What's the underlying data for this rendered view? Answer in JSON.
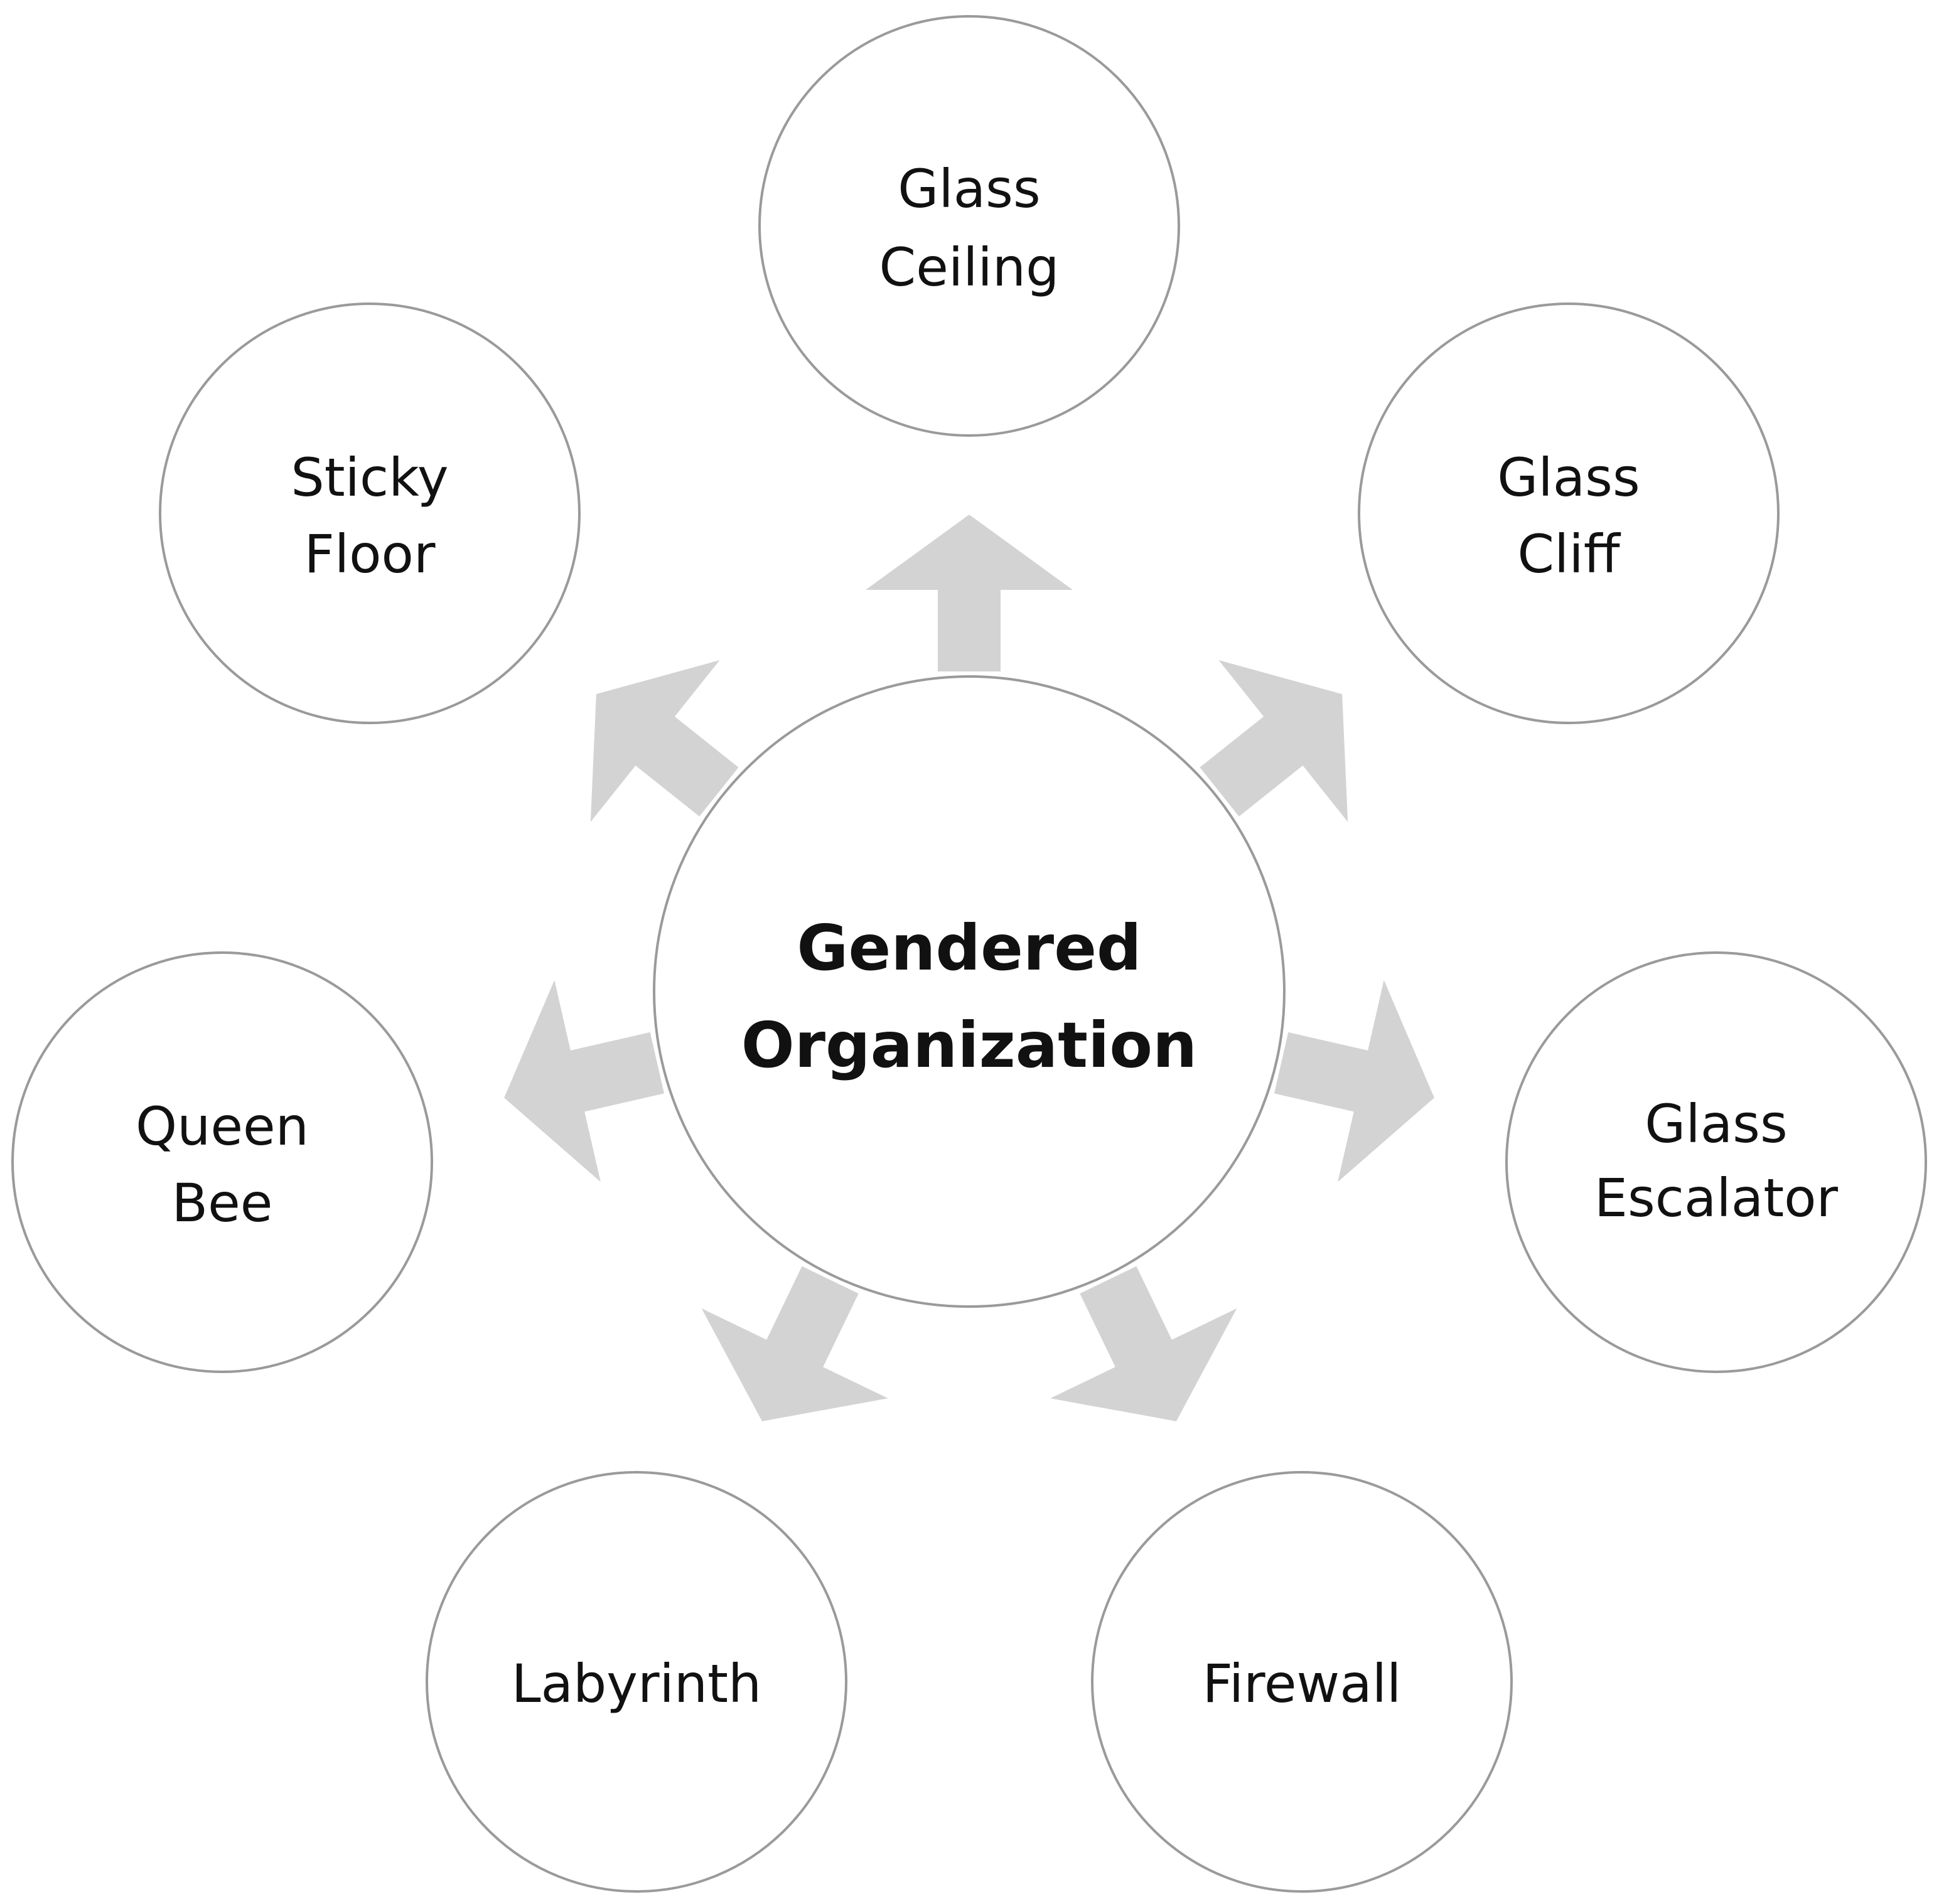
{
  "center": {
    "lines": [
      "Gendered",
      "Organization"
    ]
  },
  "nodes": [
    {
      "id": "glass-ceiling",
      "lines": [
        "Glass",
        "Ceiling"
      ]
    },
    {
      "id": "glass-cliff",
      "lines": [
        "Glass",
        "Cliff"
      ]
    },
    {
      "id": "glass-escalator",
      "lines": [
        "Glass",
        "Escalator"
      ]
    },
    {
      "id": "firewall",
      "lines": [
        "Firewall"
      ]
    },
    {
      "id": "labyrinth",
      "lines": [
        "Labyrinth"
      ]
    },
    {
      "id": "queen-bee",
      "lines": [
        "Queen",
        "Bee"
      ]
    },
    {
      "id": "sticky-floor",
      "lines": [
        "Sticky",
        "Floor"
      ]
    }
  ],
  "colors": {
    "arrow": "#d3d3d3",
    "circle_stroke": "#9a9a9a",
    "text": "#111111"
  }
}
